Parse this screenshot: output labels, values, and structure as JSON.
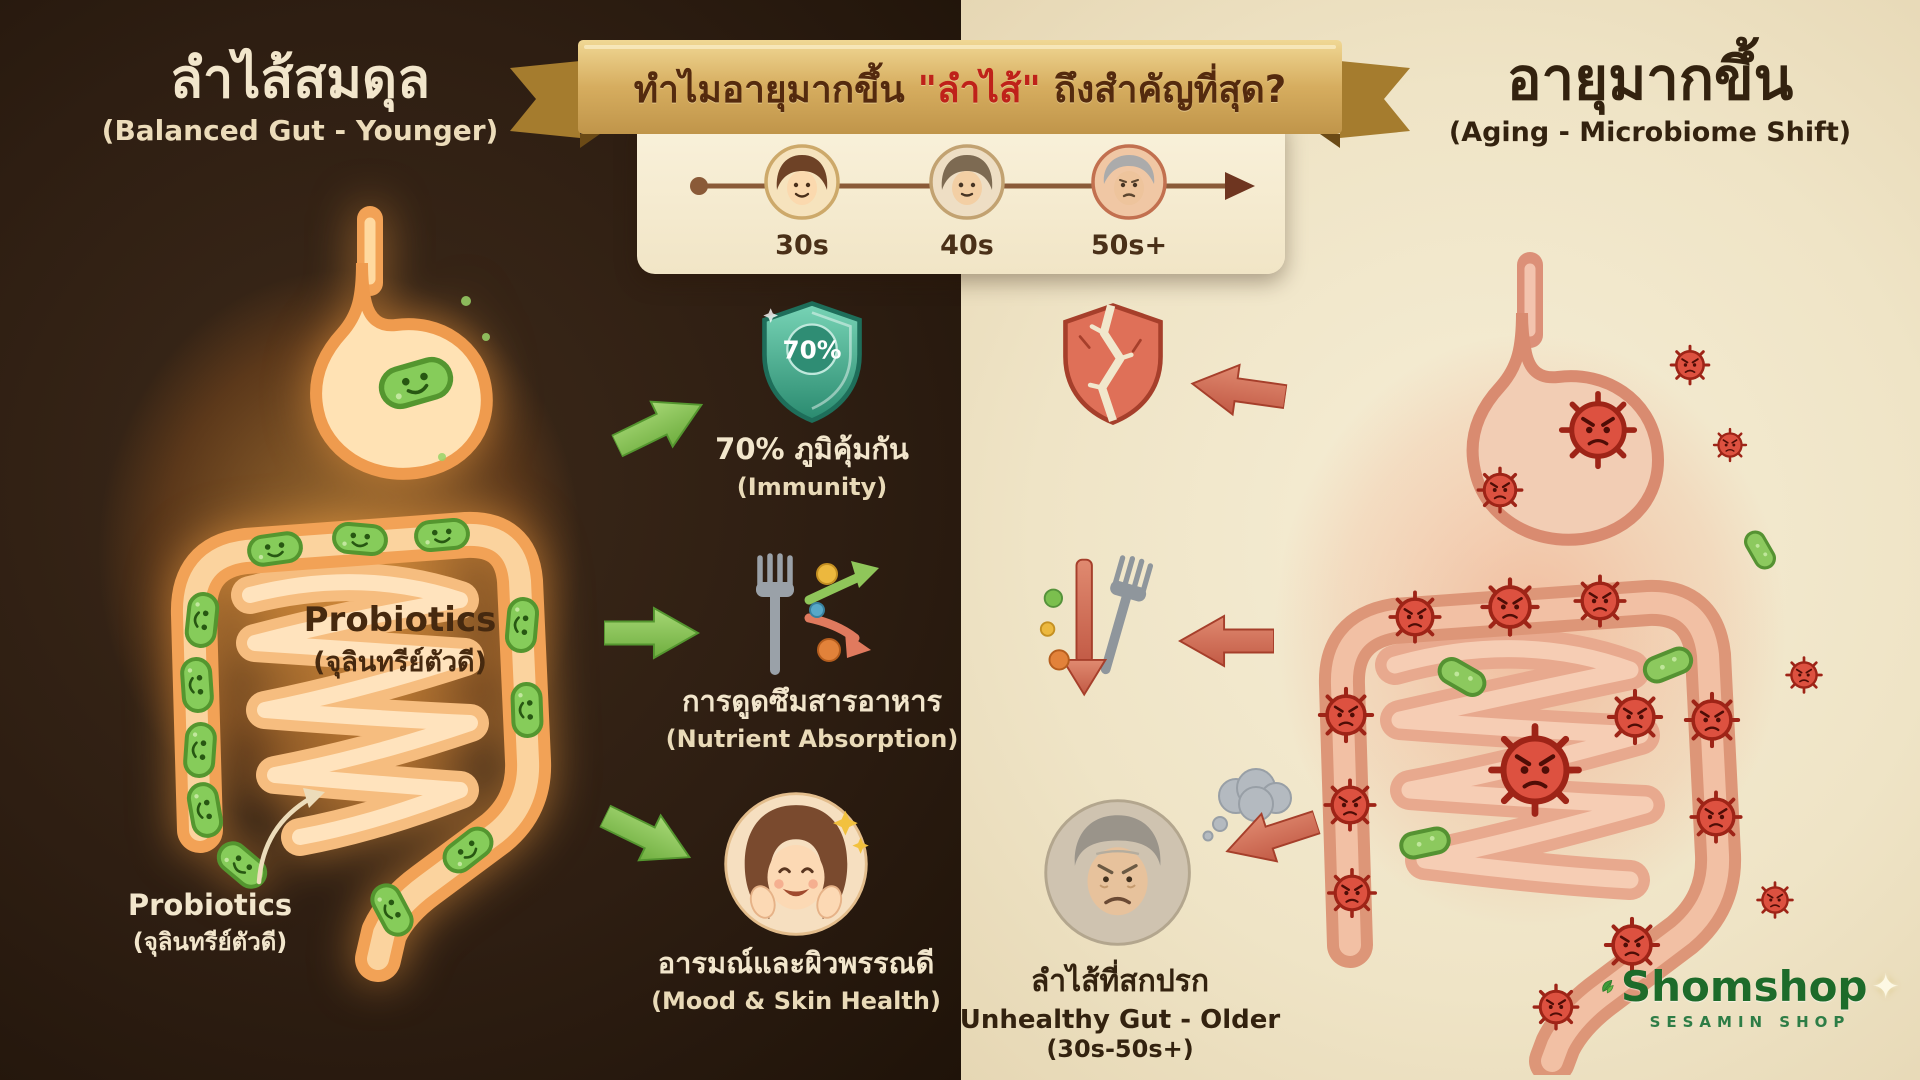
{
  "banner": {
    "question_prefix": "ทำไมอายุมากขึ้น ",
    "question_highlight": "\"ลำไส้\"",
    "question_suffix": " ถึงสำคัญที่สุด?"
  },
  "timeline": {
    "stages": [
      {
        "label": "30s"
      },
      {
        "label": "40s"
      },
      {
        "label": "50s+"
      }
    ]
  },
  "left_panel": {
    "title": "ลำไส้สมดุล",
    "subtitle": "(Balanced Gut - Younger)",
    "gut_label": {
      "line1": "Probiotics",
      "line2": "(จุลินทรีย์ตัวดี)"
    },
    "caption": {
      "line1": "Probiotics",
      "line2": "(จุลินทรีย์ตัวดี)"
    },
    "benefits": [
      {
        "badge": "70%",
        "title": "70% ภูมิคุ้มกัน",
        "subtitle": "(Immunity)"
      },
      {
        "title": "การดูดซึมสารอาหาร",
        "subtitle": "(Nutrient Absorption)"
      },
      {
        "title": "อารมณ์และผิวพรรณดี",
        "subtitle": "(Mood & Skin Health)"
      }
    ]
  },
  "right_panel": {
    "title": "อายุมากขึ้น",
    "subtitle": "(Aging - Microbiome Shift)",
    "caption": {
      "line1": "ลำไส้ที่สกปรก",
      "line2": "Unhealthy Gut - Older",
      "line3": "(30s-50s+)"
    }
  },
  "logo": {
    "name": "Shomshop",
    "tagline": "SESAMIN SHOP"
  },
  "colors": {
    "panel_dark": "#2e1e12",
    "panel_light": "#f1e7cc",
    "banner_gold": "#d8b367",
    "banner_text": "#542a0e",
    "highlight_red": "#bf221a",
    "probiotic_green": "#86cc5a",
    "pathogen_red": "#dd5140",
    "arrow_green": "#8fc65a",
    "arrow_red": "#d4705c",
    "shield_teal": "#3da98d",
    "broken_shield_red": "#df7058",
    "healthy_gut_orange": "#f2a256",
    "aged_gut_pink": "#dd9678",
    "cream_text": "#f2e6cc",
    "dark_text": "#33220f",
    "logo_green": "#1d6b2a"
  }
}
